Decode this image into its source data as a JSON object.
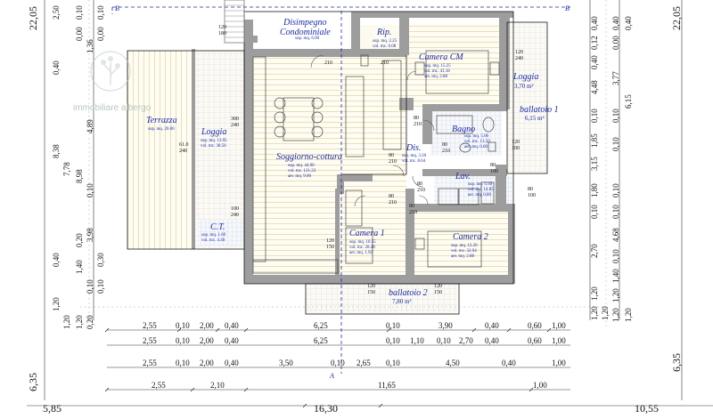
{
  "watermark": {
    "brand": "immobiliare albergo"
  },
  "section_marks": {
    "b_left": "B",
    "b_right": "B",
    "a_bottom": "A"
  },
  "rooms": {
    "disimpegno": {
      "name": "Disimpegno\nCondominiale",
      "sub": "sup. mq. 6.90"
    },
    "rip": {
      "name": "Rip.",
      "sub": "sup. mq. 2.25\nvol. mc. 6.08"
    },
    "camera_cm": {
      "name": "Camera CM",
      "sub": "sup. mq. 15.25\nvol. mc. 41.18\naer. mq. 2.88"
    },
    "loggia_right": {
      "name": "Loggia",
      "sub": "3,70 m²"
    },
    "ballatoio1": {
      "name": "ballatoio 1",
      "sub": "6,15 m²"
    },
    "terrazza": {
      "name": "Terrazza",
      "sub": "sup. mq. 20.00"
    },
    "loggia_left": {
      "name": "Loggia",
      "sub": "sup. mq. 13.95\nvol. mc. 38.56"
    },
    "soggiorno": {
      "name": "Soggiorno-cottura",
      "sub": "sup. mq. 44.90\nvol. mc. 121.23\naer. mq. 9.00"
    },
    "bagno": {
      "name": "Bagno",
      "sub": "sup. mq. 5.00\nvol. mc. 13.50\naer. mq. 0.60"
    },
    "dis": {
      "name": "Dis.",
      "sub": "sup. mq. 3.20\nvol. mc. 8.64"
    },
    "lav": {
      "name": "Lav.",
      "sub": "sup. mq. 5.50\nvol. mc. 14.85\naer. mq. 0.80"
    },
    "ct": {
      "name": "C.T.",
      "sub": "sup. mq. 1.60\nvol. mc. 4.40"
    },
    "camera1": {
      "name": "Camera 1",
      "sub": "sup. mq. 10.55\nvol. mc. 28.48\naer. mq. 1.92"
    },
    "camera2": {
      "name": "Camera 2",
      "sub": "sup. mq. 12.20\nvol. mc. 32.94\naer. mq. 2.88"
    },
    "ballatoio2": {
      "name": "ballatoio 2",
      "sub": "7,80 m²"
    }
  },
  "doors": {
    "d1": "120\n180",
    "d2": "210",
    "d3": "210",
    "d4": "120\n240",
    "d5": "300\n240",
    "d6": "61.0\n240",
    "d7": "100\n240",
    "d8": "80\n210",
    "d9": "80\n210",
    "d10": "80\n210",
    "d11": "80\n210",
    "d12": "80\n210",
    "d13": "80\n210",
    "d14": "120\n100",
    "d15": "80\n100",
    "d16": "80\n100",
    "d17": "120\n150",
    "d18": "120\n150",
    "d19": "120\n150"
  },
  "dims_bottom": {
    "row1": [
      "2,55",
      "0,10",
      "2,00",
      "0,40",
      "6,25",
      "0,10",
      "3,90",
      "0,40",
      "0,60",
      "1,00"
    ],
    "row2": [
      "2,55",
      "0,10",
      "2,00",
      "0,40",
      "6,25",
      "0,10",
      "1,10",
      "0,10",
      "2,70",
      "0,40",
      "0,60",
      "1,00"
    ],
    "row3": [
      "2,55",
      "0,10",
      "2,00",
      "0,40",
      "3,50",
      "0,10",
      "2,65",
      "0,10",
      "4,50",
      "0,40",
      "1,00"
    ],
    "row4": [
      "2,55",
      "2,10",
      "11,65",
      "1,00"
    ],
    "totals": [
      "5,85",
      "16,30",
      "10,55"
    ]
  },
  "dims_left": {
    "outer": "22,05",
    "outer_bottom": "6,35",
    "col2": [
      "2,50",
      "0,40",
      "8,38",
      "7,78",
      "0,40",
      "1,20",
      "1,20"
    ],
    "col3": [
      "0,10",
      "0,00",
      "1,36",
      "4,89",
      "8,98",
      "0,10",
      "3,98",
      "0,20",
      "1,40",
      "0,10",
      "1,20",
      "0,20"
    ],
    "col4": [
      "0,10",
      "0,00",
      "0,30",
      "0,10"
    ]
  },
  "dims_right": {
    "outer": "22,05",
    "outer_bottom": "6,35",
    "col1": [
      "0,40",
      "0,12",
      "0,40",
      "4,48",
      "0,10",
      "1,85",
      "3,15",
      "1,80",
      "0,10",
      "2,70",
      "1,20",
      "1,20",
      "1,20"
    ],
    "col2": [
      "0,40",
      "0,00",
      "3,77",
      "0,10",
      "0,10",
      "0,10",
      "0,10",
      "4,68",
      "0,10",
      "1,40",
      "1,20",
      "1,20"
    ],
    "col3": [
      "0,40",
      "6,15",
      "1,20"
    ]
  }
}
